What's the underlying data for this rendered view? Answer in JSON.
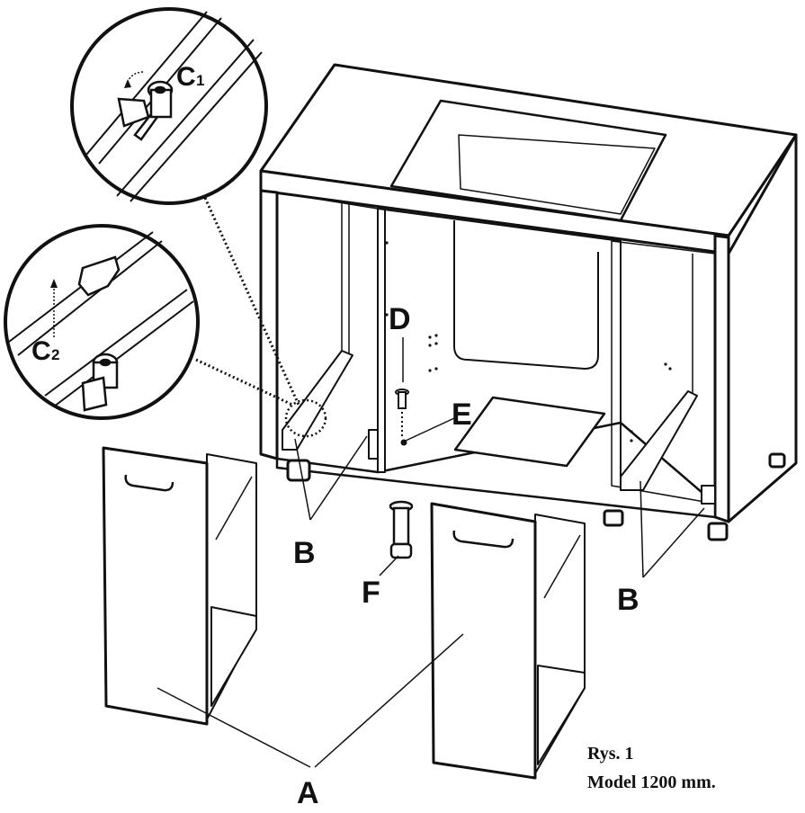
{
  "labels": {
    "a": "A",
    "b_left": "B",
    "b_right": "B",
    "c1_letter": "C",
    "c1_sub": "1",
    "c2_letter": "C",
    "c2_sub": "2",
    "d": "D",
    "e": "E",
    "f": "F"
  },
  "caption": {
    "line1": "Rys. 1",
    "line2": "Model 1200 mm."
  },
  "colors": {
    "ink": "#111111",
    "panel_fill": "#ffffff"
  }
}
